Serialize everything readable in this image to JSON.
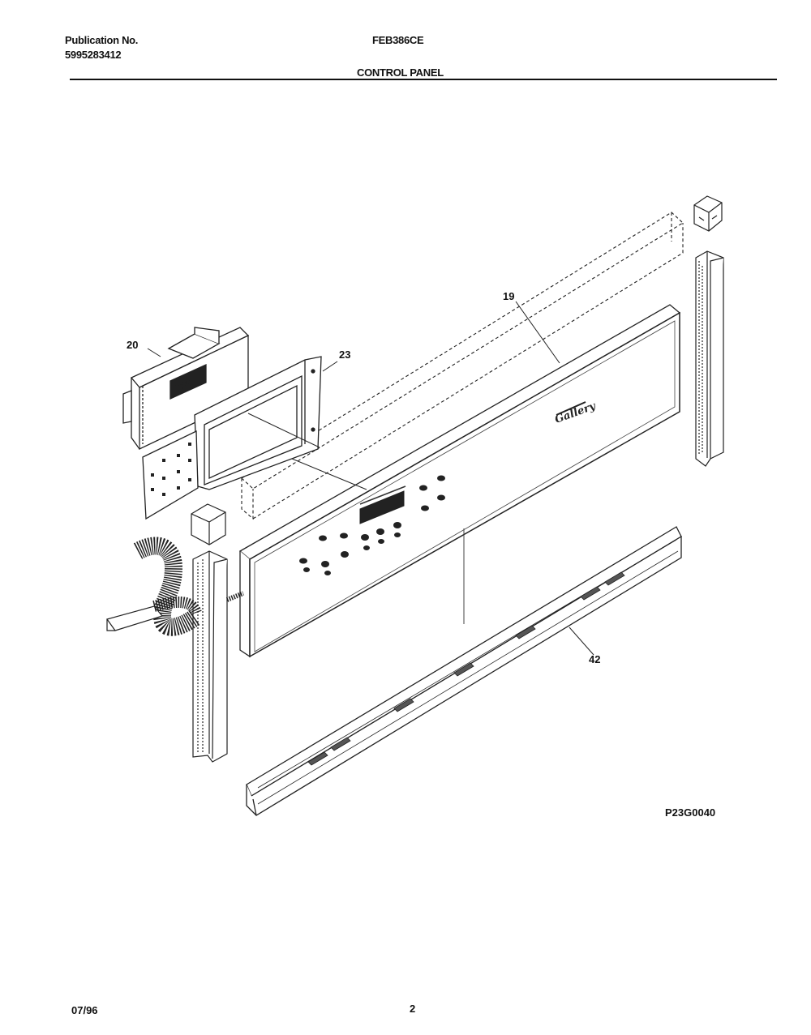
{
  "header": {
    "publication_label": "Publication No.",
    "publication_number": "5995283412",
    "model": "FEB386CE",
    "section_title": "CONTROL PANEL"
  },
  "callouts": {
    "control_panel": "19",
    "electronic_control": "20",
    "control_mounting_bracket": "23",
    "trim_rail": "42"
  },
  "panel_logo": "Gallery",
  "figure_code": "P23G0040",
  "footer": {
    "date": "07/96",
    "page": "2"
  }
}
